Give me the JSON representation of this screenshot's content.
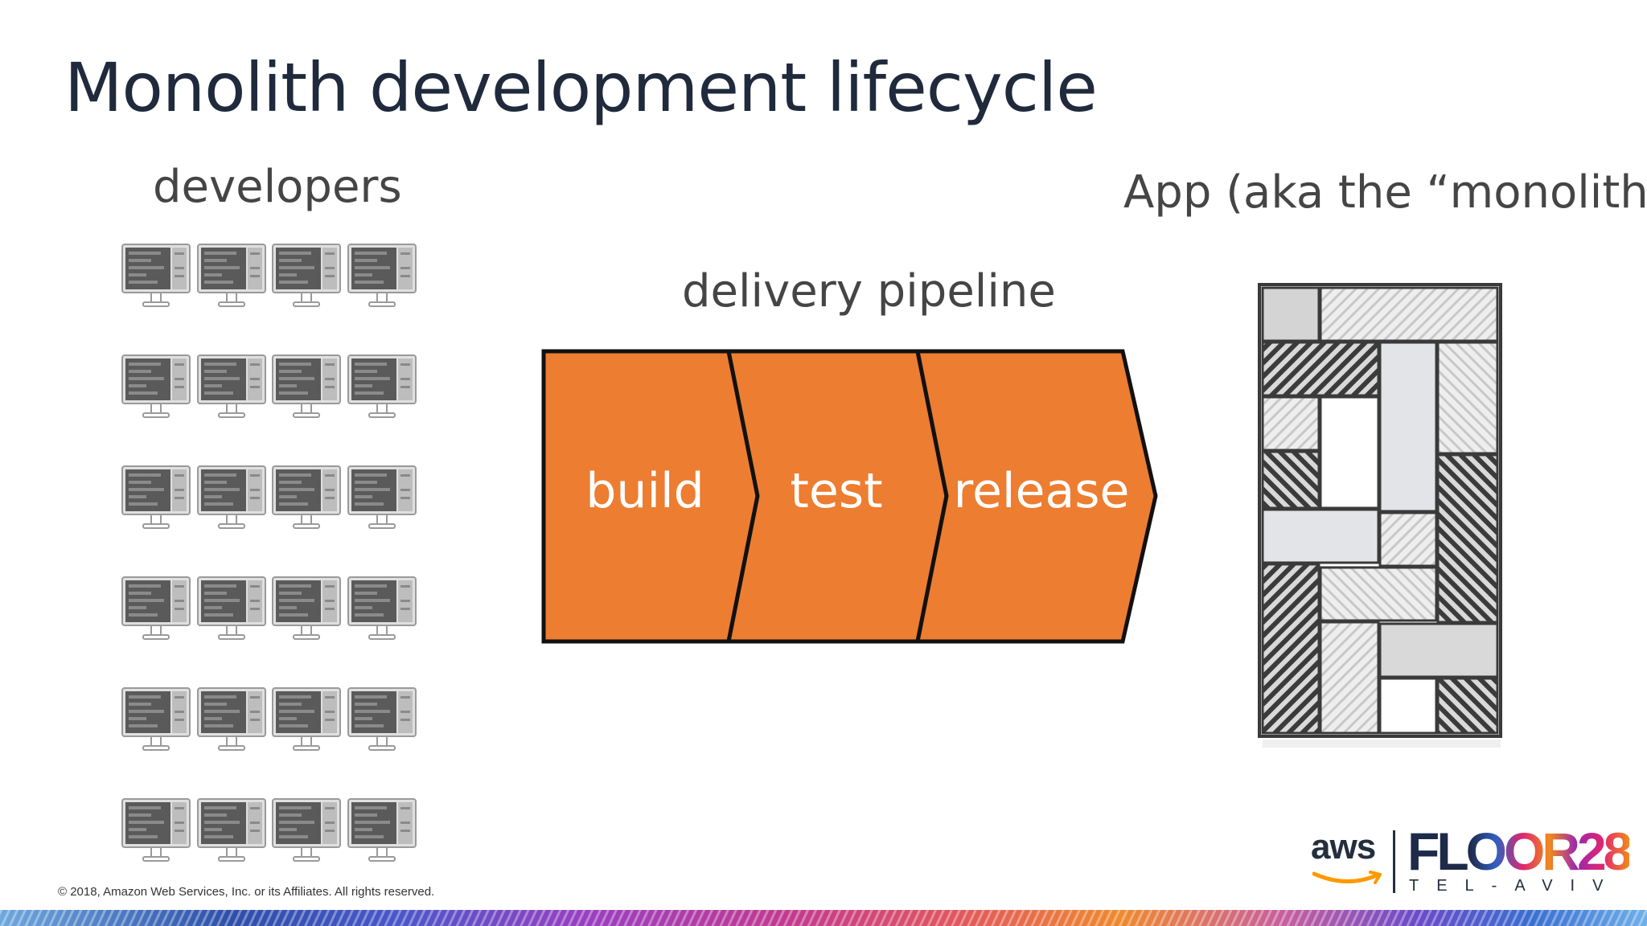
{
  "slide": {
    "title": "Monolith development lifecycle"
  },
  "labels": {
    "developers": "developers",
    "pipeline": "delivery pipeline",
    "app": "App (aka the “monolith”)"
  },
  "pipeline": {
    "stages": [
      "build",
      "test",
      "release"
    ],
    "fill_color": "#ed7d31",
    "stroke_color": "#111111"
  },
  "developers": {
    "rows": 6,
    "columns": 4,
    "icon": "desktop-monitor-icon"
  },
  "footer": {
    "copyright": "© 2018, Amazon Web Services, Inc. or its Affiliates. All rights reserved.",
    "aws_logo": "aws",
    "event_logo": "FLOOR28",
    "event_location": "TEL-AVIV"
  }
}
